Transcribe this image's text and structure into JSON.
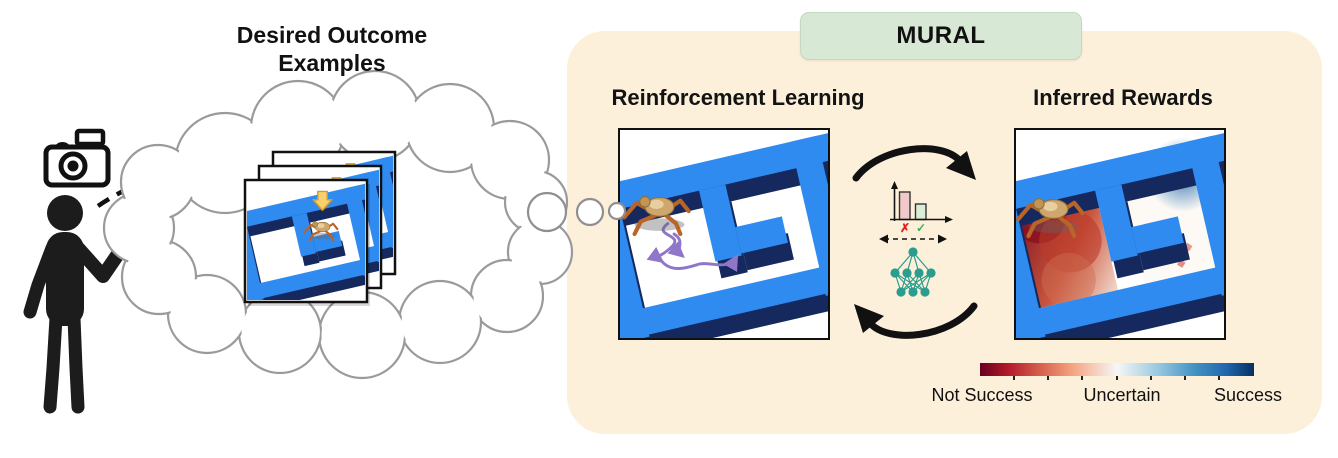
{
  "title": {
    "line1": "Desired Outcome",
    "line2": "Examples"
  },
  "mural": {
    "badge_label": "MURAL",
    "rl_header": "Reinforcement Learning",
    "ir_header": "Inferred Rewards",
    "classifier_icon": {
      "cross": "✗",
      "check": "✓"
    },
    "colorbar": {
      "labels": [
        "Not Success",
        "Uncertain",
        "Success"
      ],
      "gradient_stops": [
        "#67001f",
        "#b2182b",
        "#d6604d",
        "#f4a582",
        "#f7f7f7",
        "#92c5de",
        "#4393c3",
        "#2166ac",
        "#053061"
      ]
    }
  },
  "icons": {
    "camera-icon": "outlined photo camera with flash",
    "person-icon": "black human silhouette, one arm raised",
    "thought-cloud": "gray outlined thought cloud",
    "thought-trail-icon": "three shrinking thought bubbles",
    "dashed-arrow-icon": "curved dashed arrow",
    "goal-arrow-icon": "yellow block arrow pointing down",
    "ant-robot-icon": "quadruped ant robot",
    "maze-icon": "blue 3D T-maze",
    "trajectory-icon": "purple squiggly exploration arrows",
    "cycle-arrow-top-icon": "black curved arrow pointing right",
    "cycle-arrow-bottom-icon": "black curved arrow pointing left",
    "classifier-histogram-icon": "two-bar histogram with axes",
    "dashed-double-arrow-icon": "horizontal dashed double-headed arrow",
    "neural-network-icon": "teal 1-4-3 neural network"
  },
  "colors": {
    "panel_bg": "#fcf0da",
    "badge_bg": "#d7e8d4",
    "maze_blue": "#2f8bf0",
    "maze_navy": "#16295e",
    "trajectory_purple": "#8f76c9",
    "network_teal": "#2a9d8f",
    "cross_red": "#e02020",
    "check_green": "#3faf4e",
    "heat_red": "#8c1320",
    "heat_blue": "#2c5f9c"
  }
}
